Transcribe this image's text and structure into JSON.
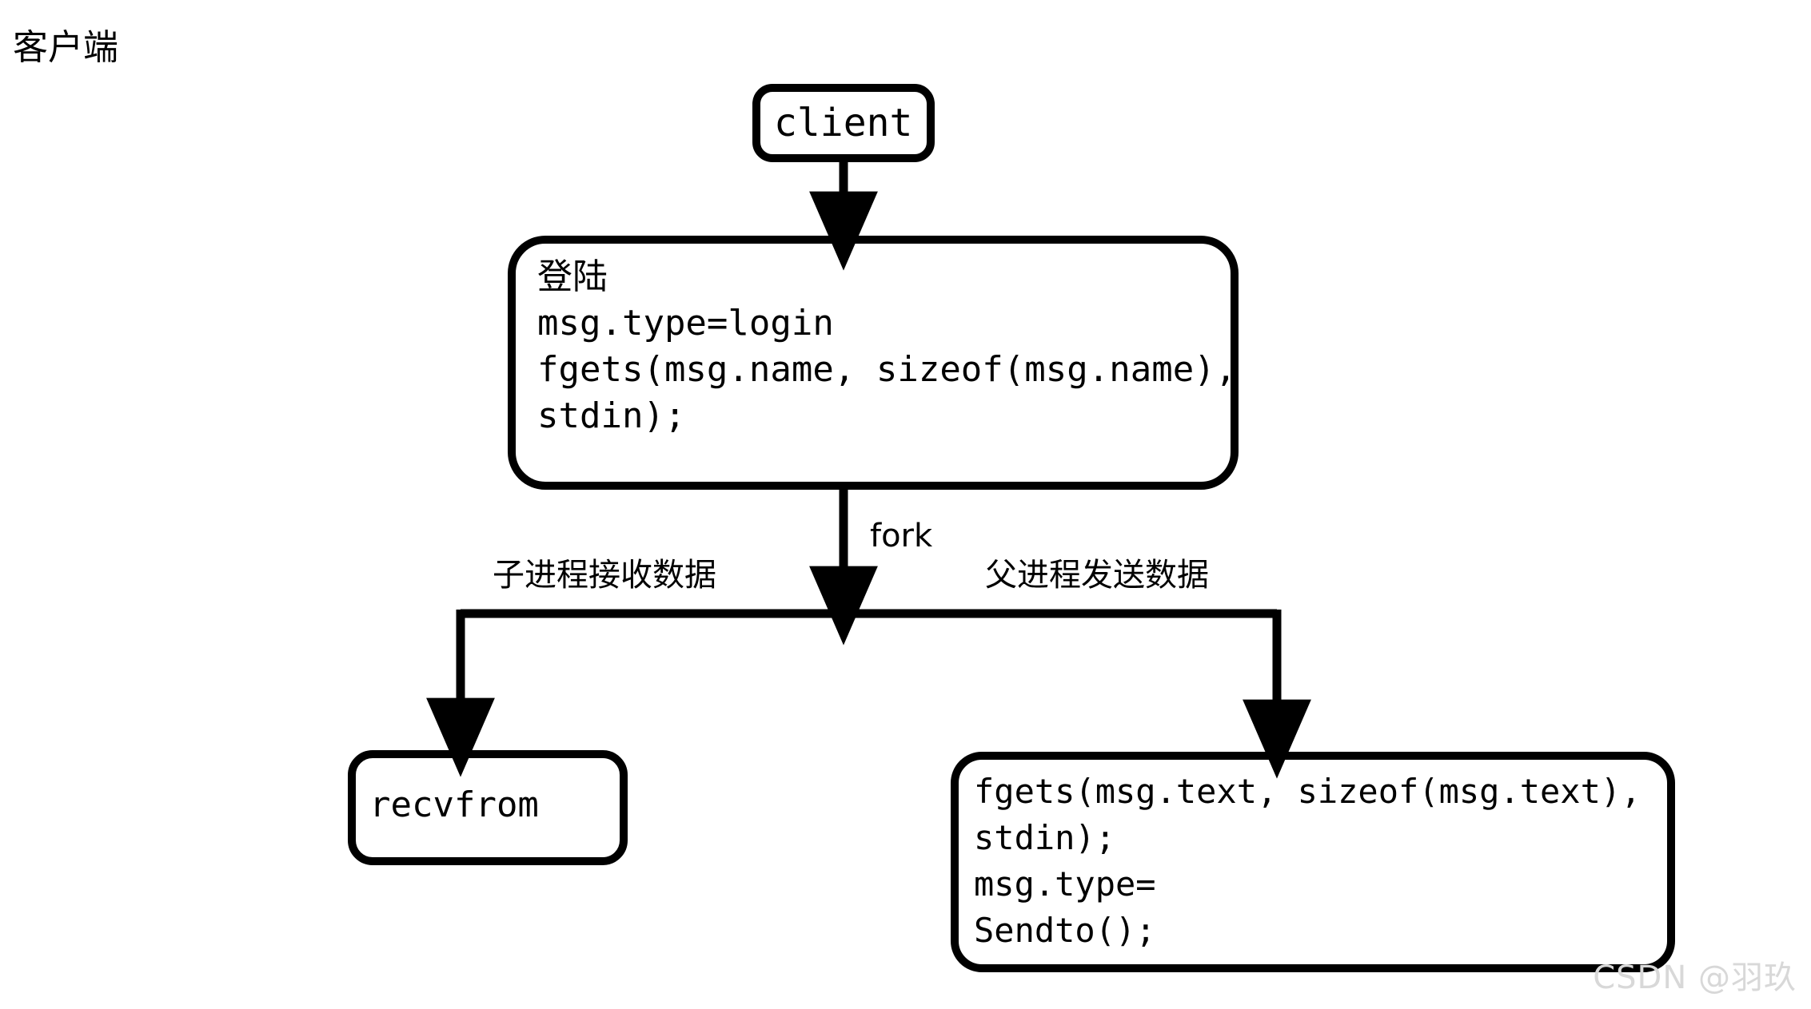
{
  "diagram": {
    "title": "客户端",
    "type": "flowchart",
    "background_color": "#ffffff",
    "stroke_color": "#000000",
    "watermark": "CSDN @羽玖",
    "watermark_color": "#d8d8d8",
    "nodes": [
      {
        "id": "client",
        "shape": "rounded-rect",
        "lines": [
          "client"
        ],
        "text": "client"
      },
      {
        "id": "login",
        "shape": "rounded-rect",
        "lines": [
          "登陆",
          "msg.type=login",
          "fgets(msg.name, sizeof(msg.name),",
          "stdin);"
        ],
        "text": "登陆\nmsg.type=login\nfgets(msg.name, sizeof(msg.name),\nstdin);"
      },
      {
        "id": "recvfrom",
        "shape": "rounded-rect",
        "lines": [
          "recvfrom"
        ],
        "text": "recvfrom"
      },
      {
        "id": "sendto",
        "shape": "rounded-rect",
        "lines": [
          "fgets(msg.text, sizeof(msg.text),",
          "stdin);",
          "msg.type=",
          "Sendto();"
        ],
        "text": "fgets(msg.text, sizeof(msg.text),\nstdin);\nmsg.type=\nSendto();"
      }
    ],
    "edges": [
      {
        "id": "client-to-login",
        "from": "client",
        "to": "login",
        "label": ""
      },
      {
        "id": "login-to-fork",
        "from": "login",
        "to": "fork-junction",
        "label": "fork"
      },
      {
        "id": "fork-to-recvfrom",
        "from": "fork-junction",
        "to": "recvfrom",
        "label": "子进程接收数据"
      },
      {
        "id": "fork-to-sendto",
        "from": "fork-junction",
        "to": "sendto",
        "label": "父进程发送数据"
      }
    ],
    "labels": {
      "fork": "fork",
      "child_branch": "子进程接收数据",
      "parent_branch": "父进程发送数据"
    }
  }
}
